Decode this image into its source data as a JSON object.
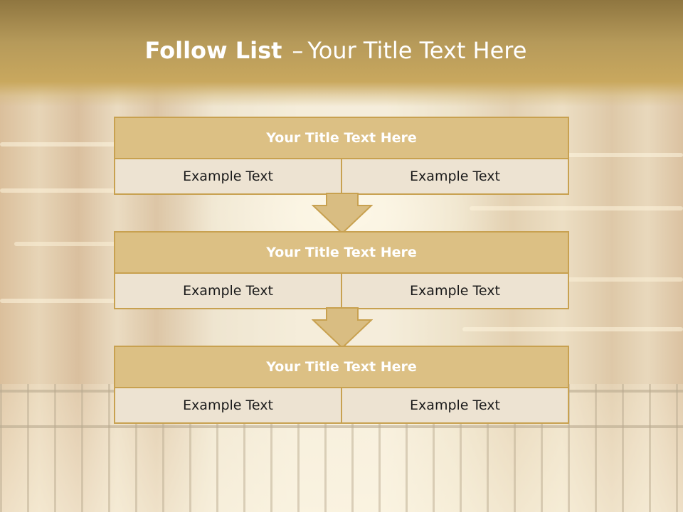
{
  "slide": {
    "title_bold": "Follow List",
    "title_separator": "–",
    "title_rest": "Your Title Text Here"
  },
  "blocks": [
    {
      "title": "Your Title Text Here",
      "cells": [
        "Example Text",
        "Example Text"
      ]
    },
    {
      "title": "Your Title Text Here",
      "cells": [
        "Example Text",
        "Example Text"
      ]
    },
    {
      "title": "Your Title Text Here",
      "cells": [
        "Example Text",
        "Example Text"
      ]
    }
  ],
  "icons": [
    "down-arrow-icon",
    "down-arrow-icon"
  ],
  "colors": {
    "title_band": "#b69a5a",
    "block_header": "#dcc084",
    "block_cell": "#ede3d2",
    "border": "#c8a150",
    "title_text": "#ffffff",
    "body_text": "#1a1a1a"
  }
}
